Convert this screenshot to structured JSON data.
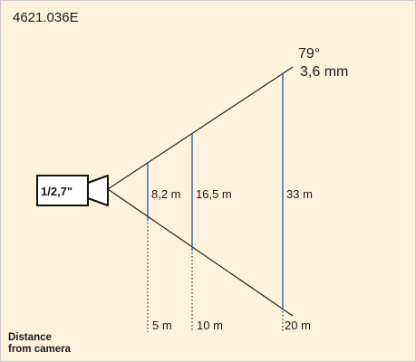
{
  "model_number": "4621.036E",
  "angle": "79°",
  "focal_length": "3,6 mm",
  "sensor_size": "1/2,7\"",
  "fov_widths": [
    "8,2 m",
    "16,5 m",
    "33 m"
  ],
  "distances": [
    "5 m",
    "10 m",
    "20 m"
  ],
  "distance_caption": [
    "Distance",
    "from camera"
  ],
  "colors": {
    "background": "#fdf3dc",
    "lines": "#222222",
    "measure": "#1c57a6"
  },
  "icons": [
    "camera-icon"
  ]
}
